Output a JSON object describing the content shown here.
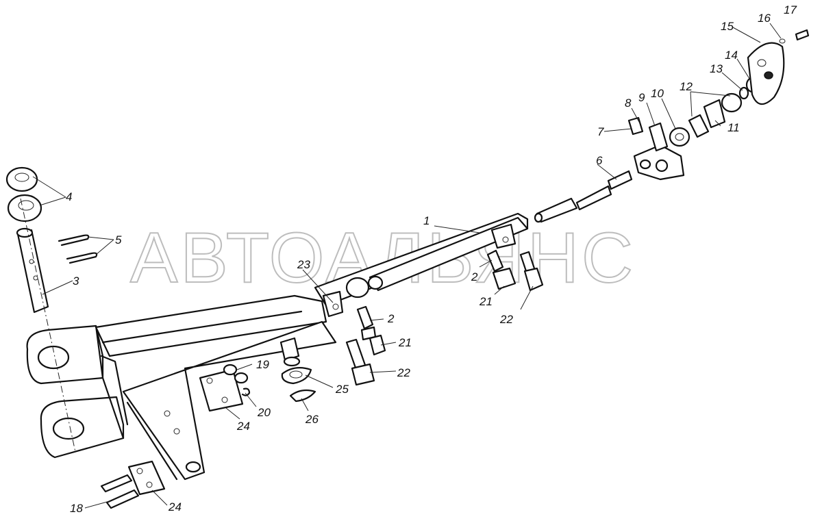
{
  "watermark": "АВТОАЛЬЯНС",
  "callouts": {
    "c1": "1",
    "c2a": "2",
    "c2b": "2",
    "c3": "3",
    "c4": "4",
    "c5": "5",
    "c6": "6",
    "c7": "7",
    "c8": "8",
    "c9": "9",
    "c10": "10",
    "c11": "11",
    "c12": "12",
    "c13": "13",
    "c14": "14",
    "c15": "15",
    "c16": "16",
    "c17": "17",
    "c18": "18",
    "c19": "19",
    "c20": "20",
    "c21a": "21",
    "c21b": "21",
    "c22a": "22",
    "c22b": "22",
    "c23": "23",
    "c24a": "24",
    "c24b": "24",
    "c25": "25",
    "c26": "26"
  }
}
